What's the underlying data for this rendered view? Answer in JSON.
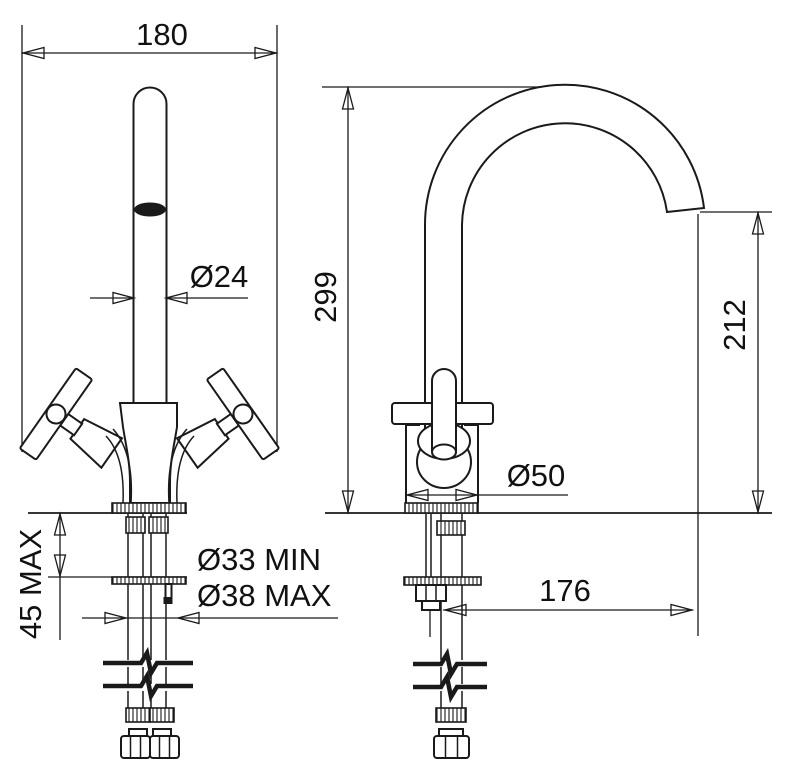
{
  "colors": {
    "line": "#1a1a1a",
    "text": "#111111",
    "background": "#ffffff"
  },
  "views": {
    "front": {
      "width_label": "180",
      "spout_diameter_label": "Ø24",
      "deck_thickness_label": "45 MAX",
      "hole_min_label": "Ø33 MIN",
      "hole_max_label": "Ø38 MAX"
    },
    "side": {
      "height_label": "299",
      "outlet_height_label": "212",
      "base_diameter_label": "Ø50",
      "reach_label": "176"
    }
  }
}
